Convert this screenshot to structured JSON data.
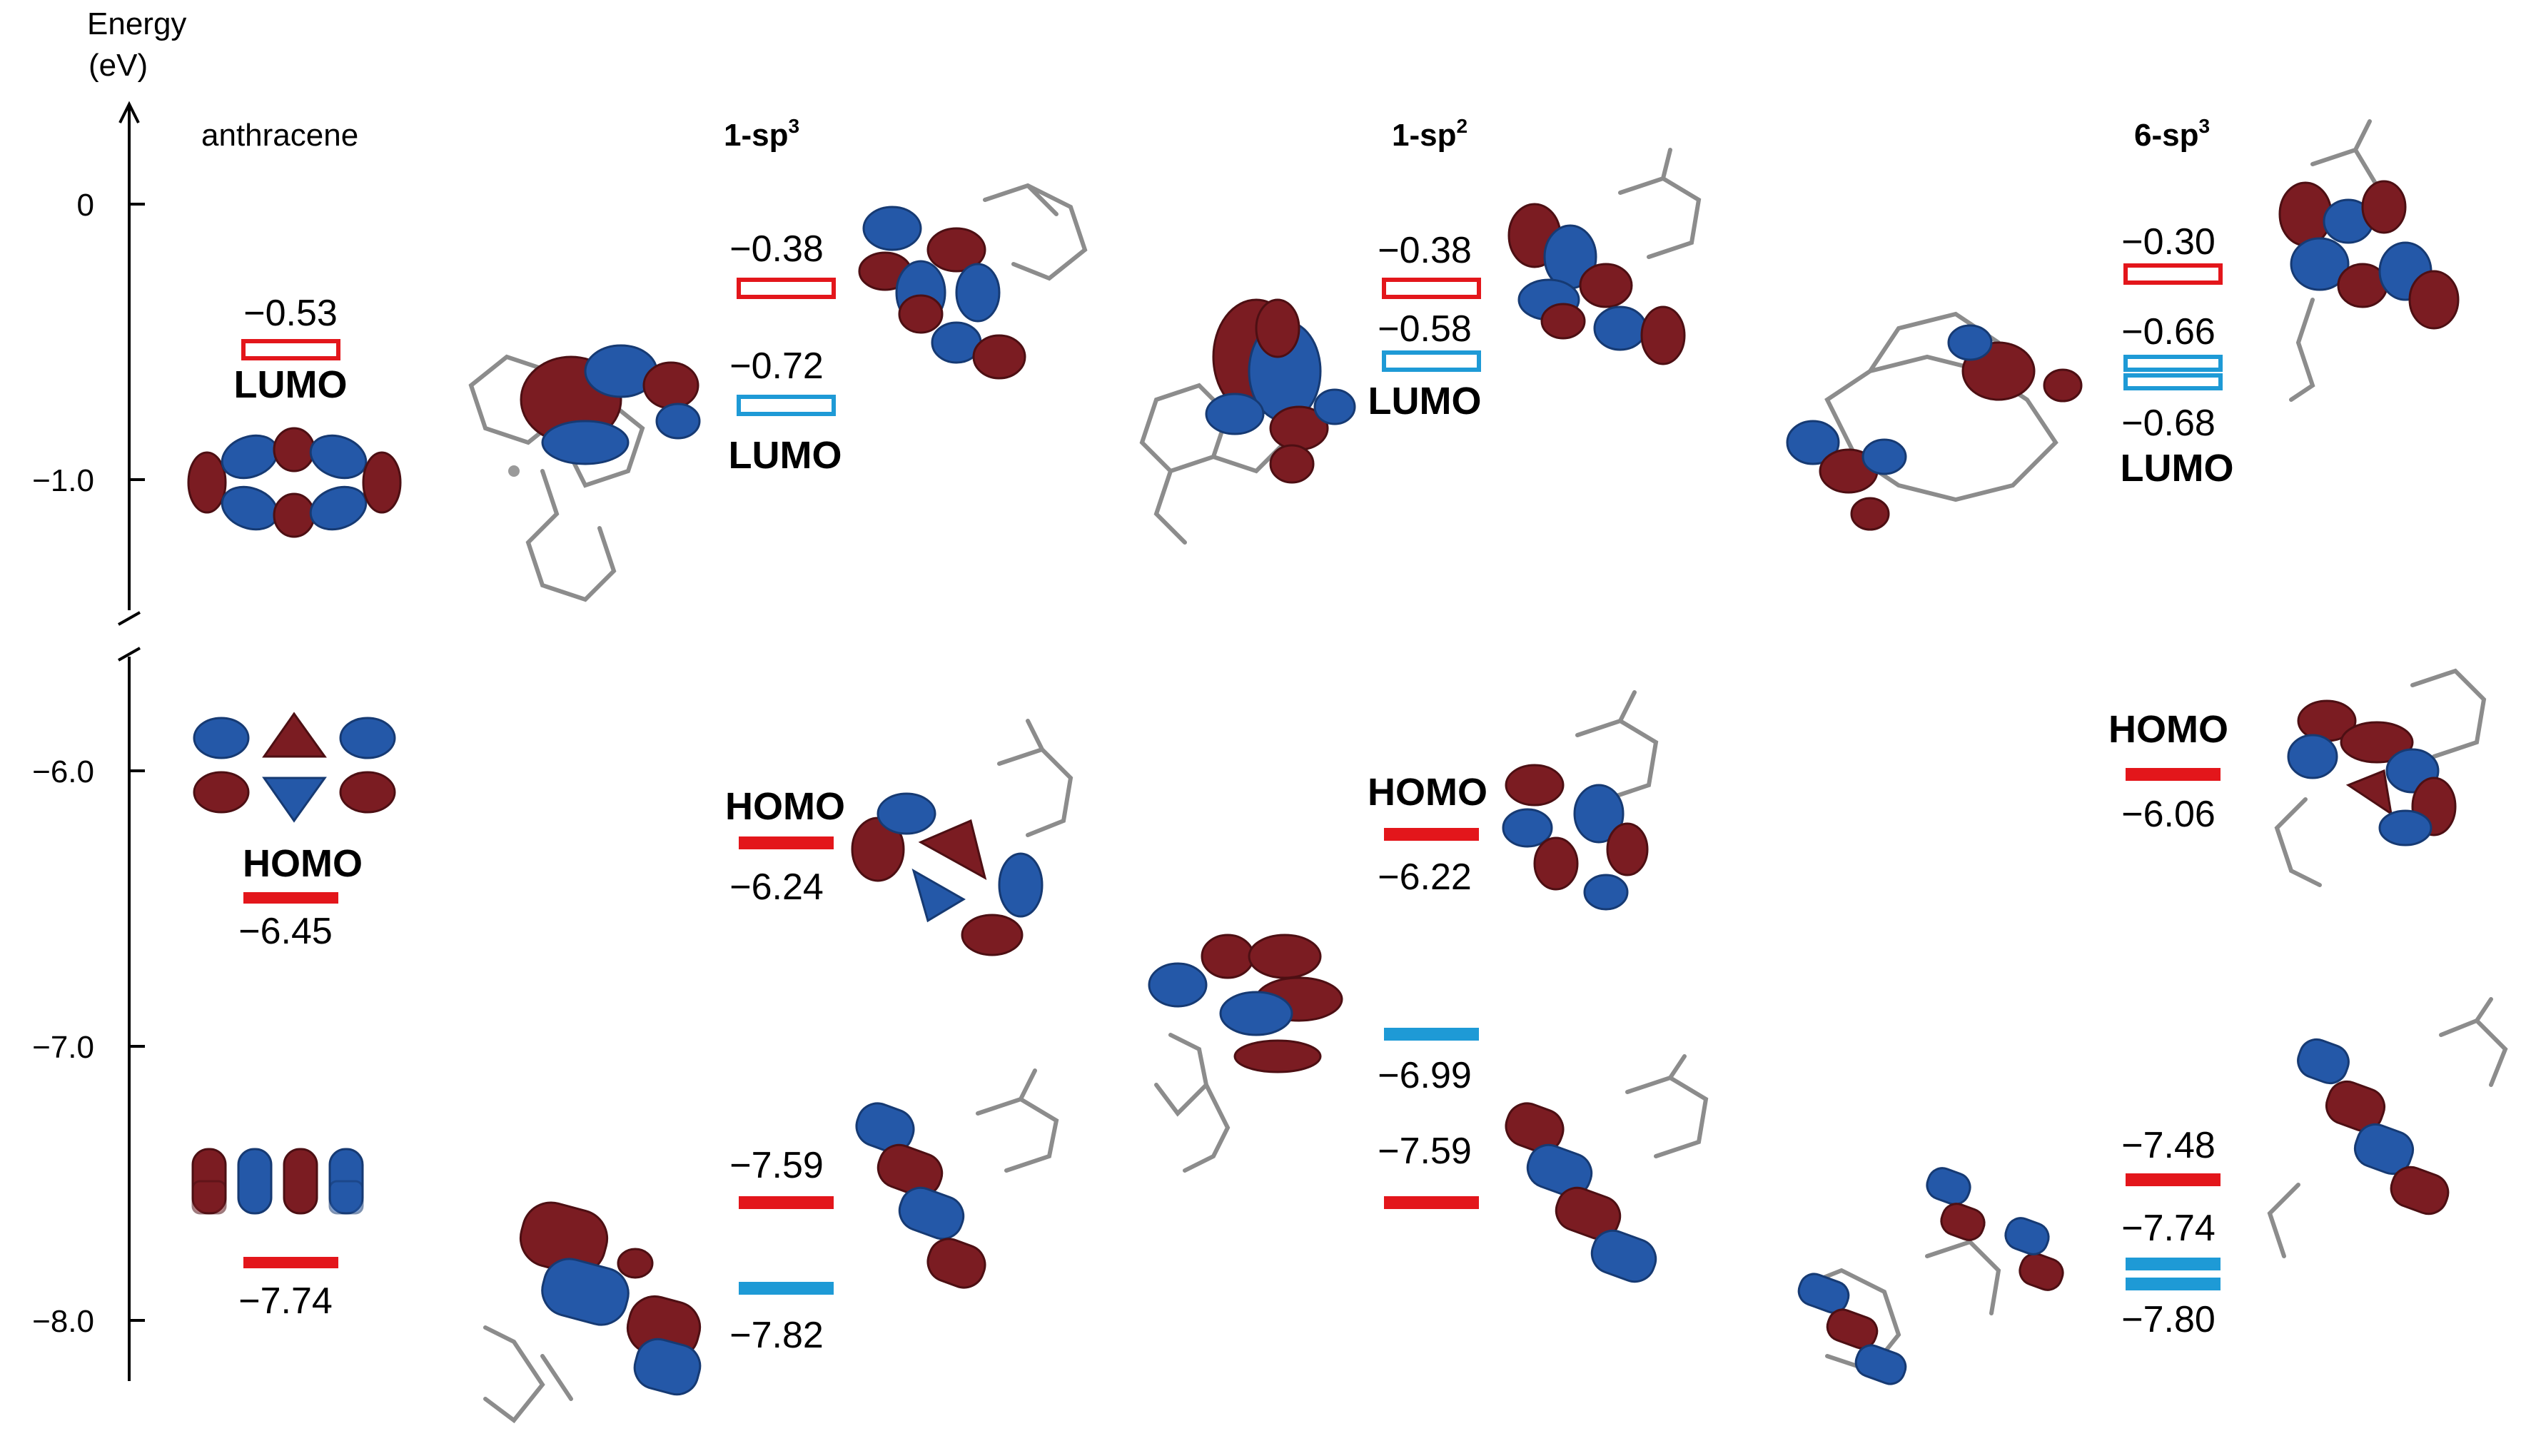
{
  "axis": {
    "label_line1": "Energy",
    "label_line2": "(eV)",
    "ticks": [
      "0",
      "−1.0",
      "−6.0",
      "−7.0",
      "−8.0"
    ]
  },
  "columns": [
    {
      "id": "anthracene",
      "title": "anthracene",
      "title_base": "",
      "title_sup": ""
    },
    {
      "id": "1-sp3",
      "title": "",
      "title_base": "1-sp",
      "title_sup": "3"
    },
    {
      "id": "1-sp2",
      "title": "",
      "title_base": "1-sp",
      "title_sup": "2"
    },
    {
      "id": "6-sp3",
      "title": "",
      "title_base": "6-sp",
      "title_sup": "3"
    }
  ],
  "levels": {
    "anthracene": {
      "lumo": "−0.53",
      "homo": "−6.45",
      "low": "−7.74"
    },
    "sp3_1": {
      "l1": "−0.38",
      "l2": "−0.72",
      "homo": "−6.24",
      "low1": "−7.59",
      "low2": "−7.82"
    },
    "sp2_1": {
      "l1": "−0.38",
      "l2": "−0.58",
      "mid": "−6.22",
      "blue_mid": "−6.99",
      "low": "−7.59"
    },
    "sp3_6": {
      "l1": "−0.30",
      "l2": "−0.66",
      "l3": "−0.68",
      "homo": "−6.06",
      "low1": "−7.48",
      "low2": "−7.74",
      "low3": "−7.80"
    }
  },
  "labels": {
    "lumo": "LUMO",
    "homo": "HOMO"
  },
  "colors": {
    "red": "#e3161b",
    "blue": "#1e9ad6",
    "orbital_red": "#7b1c22",
    "orbital_blue": "#2458a8"
  }
}
